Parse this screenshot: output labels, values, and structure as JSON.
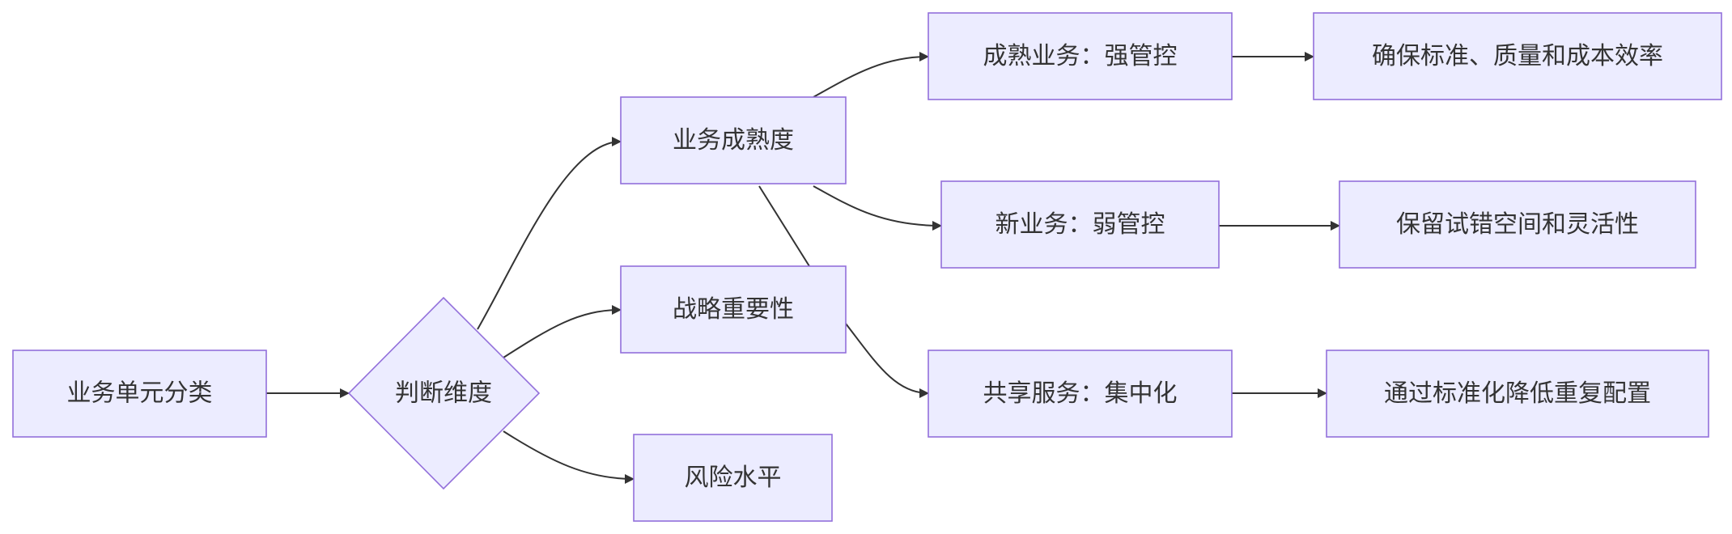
{
  "diagram": {
    "nodes": {
      "business_unit_classification": "业务单元分类",
      "judgment_dimensions": "判断维度",
      "business_maturity": "业务成熟度",
      "strategic_importance": "战略重要性",
      "risk_level": "风险水平",
      "mature_business_strong_control": "成熟业务：强管控",
      "new_business_weak_control": "新业务：弱管控",
      "shared_services_centralization": "共享服务：集中化",
      "ensure_standards_quality_cost_efficiency": "确保标准、质量和成本效率",
      "preserve_trial_error_space_flexibility": "保留试错空间和灵活性",
      "reduce_duplicate_configuration_via_standardization": "通过标准化降低重复配置"
    },
    "edges": [
      {
        "from": "business_unit_classification",
        "to": "judgment_dimensions",
        "arrow": true
      },
      {
        "from": "judgment_dimensions",
        "to": "business_maturity",
        "arrow": true
      },
      {
        "from": "judgment_dimensions",
        "to": "strategic_importance",
        "arrow": true
      },
      {
        "from": "judgment_dimensions",
        "to": "risk_level",
        "arrow": true
      },
      {
        "from": "business_maturity",
        "to": "mature_business_strong_control",
        "arrow": true
      },
      {
        "from": "business_maturity",
        "to": "new_business_weak_control",
        "arrow": true
      },
      {
        "from": "business_maturity",
        "to": "strategic_importance",
        "arrow": false
      },
      {
        "from": "strategic_importance",
        "to": "shared_services_centralization",
        "arrow": true
      },
      {
        "from": "mature_business_strong_control",
        "to": "ensure_standards_quality_cost_efficiency",
        "arrow": true
      },
      {
        "from": "new_business_weak_control",
        "to": "preserve_trial_error_space_flexibility",
        "arrow": true
      },
      {
        "from": "shared_services_centralization",
        "to": "reduce_duplicate_configuration_via_standardization",
        "arrow": true
      }
    ]
  }
}
